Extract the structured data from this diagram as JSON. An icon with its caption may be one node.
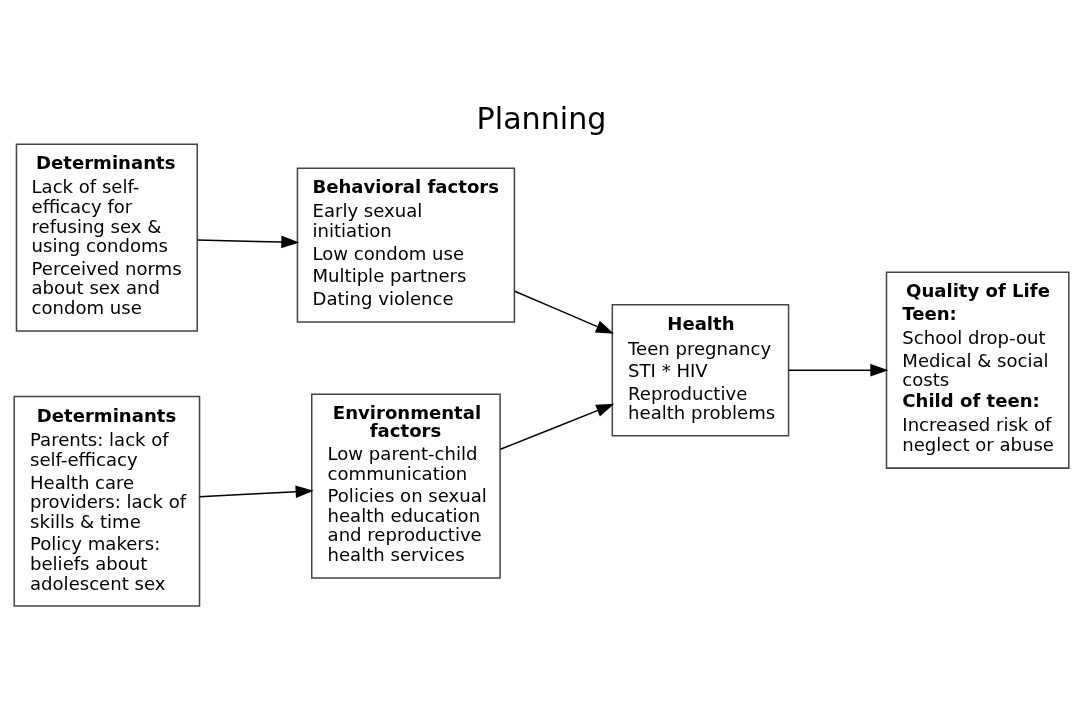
{
  "diagram": {
    "title": "Planning",
    "nodes": [
      {
        "text": [
          "Determinants",
          "Lack of self-efficacy for refusing sex & using condoms",
          "Perceived norms about sex and condom use"
        ]
      },
      {
        "text": [
          "Behavioral factors",
          "Early sexual initiation",
          "Low condom use",
          "Multiple partners",
          "Dating violence"
        ]
      },
      {
        "text": [
          "Health",
          "Teen pregnancy",
          "STI * HIV",
          "Reproductive health problems"
        ]
      },
      {
        "text": [
          "Quality of Life",
          "Teen:",
          "School drop-out",
          "Medical & social costs",
          "Child of teen:",
          "Increased risk of neglect or abuse"
        ]
      },
      {
        "text": [
          "Determinants",
          "Parents: lack of self-efficacy",
          "Health care providers: lack of skills & time",
          "Policy makers: beliefs about adolescent sex"
        ]
      },
      {
        "text": [
          "Environmental factors",
          "Low parent-child communication",
          "Policies on sexual health education and reproductive health services"
        ]
      }
    ],
    "edges": [
      {
        "from": 0,
        "to": 1,
        "arrow": "to"
      },
      {
        "from": 1,
        "to": 2,
        "arrow": "to"
      },
      {
        "from": 4,
        "to": 5,
        "arrow": "to"
      },
      {
        "from": 5,
        "to": 2,
        "arrow": "to"
      },
      {
        "from": 2,
        "to": 3,
        "arrow": "to"
      }
    ]
  }
}
